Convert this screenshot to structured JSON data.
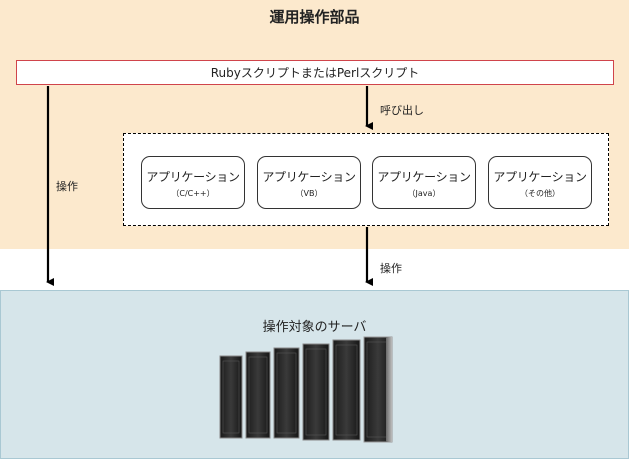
{
  "ops_panel": {
    "title": "運用操作部品"
  },
  "script_box": {
    "label": "RubyスクリプトまたはPerlスクリプト"
  },
  "labels": {
    "call": "呼び出し",
    "operate_left": "操作",
    "operate_right": "操作"
  },
  "applications": [
    {
      "name": "アプリケーション",
      "sub": "（C/C++）"
    },
    {
      "name": "アプリケーション",
      "sub": "（VB）"
    },
    {
      "name": "アプリケーション",
      "sub": "（Java）"
    },
    {
      "name": "アプリケーション",
      "sub": "（その他）"
    }
  ],
  "server_panel": {
    "title": "操作対象のサーバ"
  },
  "colors": {
    "ops_bg": "#fce9cd",
    "server_bg": "#d6e5ea",
    "script_border": "#d0444b"
  }
}
